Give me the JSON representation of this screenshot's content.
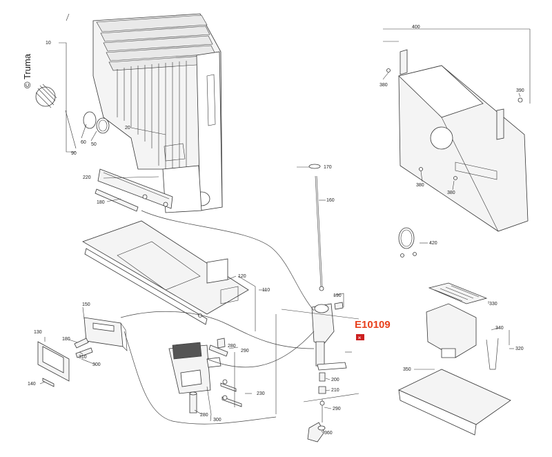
{
  "copyright": "© Truma",
  "model_code": "E10109",
  "language_badge": "ж",
  "badge_color": "#cc1f1f",
  "model_code_color": "#e8401c",
  "labels": {
    "p10": "10",
    "p20": "20",
    "p50": "50",
    "p60": "60",
    "p90": "90",
    "p110": "110",
    "p120": "120",
    "p130": "130",
    "p140": "140",
    "p150": "150",
    "p160": "160",
    "p170": "170",
    "p180a": "180",
    "p180b": "180",
    "p190": "190",
    "p200": "200",
    "p210": "210",
    "p220": "220",
    "p230": "230",
    "p280a": "280",
    "p280b": "280",
    "p290a": "290",
    "p290b": "290",
    "p300a": "300",
    "p300b": "300",
    "p310": "310",
    "p320": "320",
    "p330": "330",
    "p340": "340",
    "p350": "350",
    "p360": "360",
    "p380a": "380",
    "p380b": "380",
    "p380c": "380",
    "p390": "390",
    "p400": "400",
    "p420": "420"
  }
}
